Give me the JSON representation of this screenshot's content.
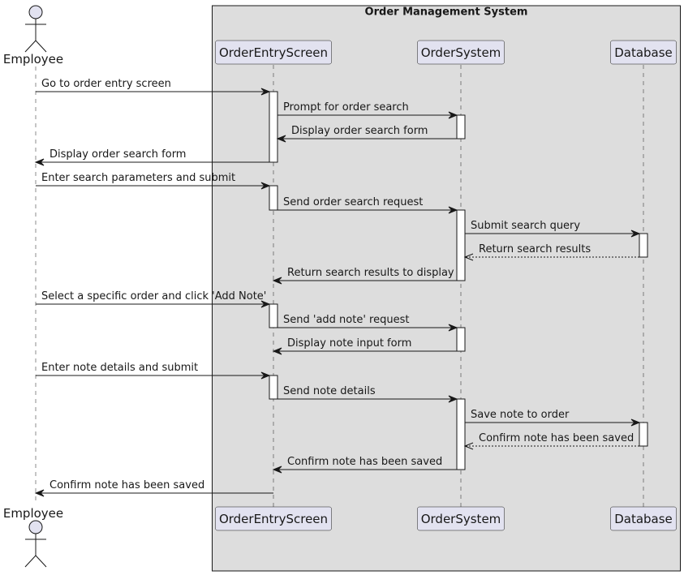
{
  "diagram": {
    "box_title": "Order Management System",
    "box_fill": "#dddddd",
    "participant_fill": "#e2e2f0",
    "participants": [
      {
        "id": "employee",
        "label": "Employee",
        "kind": "actor"
      },
      {
        "id": "screen",
        "label": "OrderEntryScreen",
        "kind": "participant"
      },
      {
        "id": "system",
        "label": "OrderSystem",
        "kind": "participant"
      },
      {
        "id": "database",
        "label": "Database",
        "kind": "participant"
      }
    ],
    "messages": [
      {
        "from": "employee",
        "to": "screen",
        "label": "Go to order entry screen",
        "style": "solid"
      },
      {
        "from": "screen",
        "to": "system",
        "label": "Prompt for order search",
        "style": "solid"
      },
      {
        "from": "system",
        "to": "screen",
        "label": "Display order search form",
        "style": "solid"
      },
      {
        "from": "screen",
        "to": "employee",
        "label": "Display order search form",
        "style": "solid"
      },
      {
        "from": "employee",
        "to": "screen",
        "label": "Enter search parameters and submit",
        "style": "solid"
      },
      {
        "from": "screen",
        "to": "system",
        "label": "Send order search request",
        "style": "solid"
      },
      {
        "from": "system",
        "to": "database",
        "label": "Submit search query",
        "style": "solid"
      },
      {
        "from": "database",
        "to": "system",
        "label": "Return search results",
        "style": "dashed"
      },
      {
        "from": "system",
        "to": "screen",
        "label": "Return search results to display",
        "style": "solid"
      },
      {
        "from": "employee",
        "to": "screen",
        "label": "Select a specific order and click 'Add Note'",
        "style": "solid"
      },
      {
        "from": "screen",
        "to": "system",
        "label": "Send 'add note' request",
        "style": "solid"
      },
      {
        "from": "system",
        "to": "screen",
        "label": "Display note input form",
        "style": "solid"
      },
      {
        "from": "employee",
        "to": "screen",
        "label": "Enter note details and submit",
        "style": "solid"
      },
      {
        "from": "screen",
        "to": "system",
        "label": "Send note details",
        "style": "solid"
      },
      {
        "from": "system",
        "to": "database",
        "label": "Save note to order",
        "style": "solid"
      },
      {
        "from": "database",
        "to": "system",
        "label": "Confirm note has been saved",
        "style": "dashed"
      },
      {
        "from": "system",
        "to": "screen",
        "label": "Confirm note has been saved",
        "style": "solid"
      },
      {
        "from": "screen",
        "to": "employee",
        "label": "Confirm note has been saved",
        "style": "solid"
      }
    ]
  }
}
